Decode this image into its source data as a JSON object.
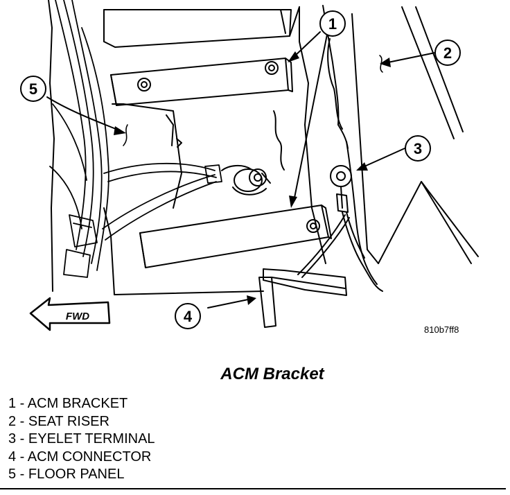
{
  "figure": {
    "title": "ACM Bracket",
    "figure_id": "810b7ff8",
    "direction_label": "FWD"
  },
  "callouts": [
    "1",
    "2",
    "3",
    "4",
    "5"
  ],
  "legend": [
    {
      "number": "1",
      "text": "1 - ACM BRACKET"
    },
    {
      "number": "2",
      "text": "2 - SEAT RISER"
    },
    {
      "number": "3",
      "text": "3 - EYELET TERMINAL"
    },
    {
      "number": "4",
      "text": "4 - ACM CONNECTOR"
    },
    {
      "number": "5",
      "text": "5 - FLOOR PANEL"
    }
  ],
  "colors": {
    "line": "#000000",
    "background": "#ffffff"
  }
}
